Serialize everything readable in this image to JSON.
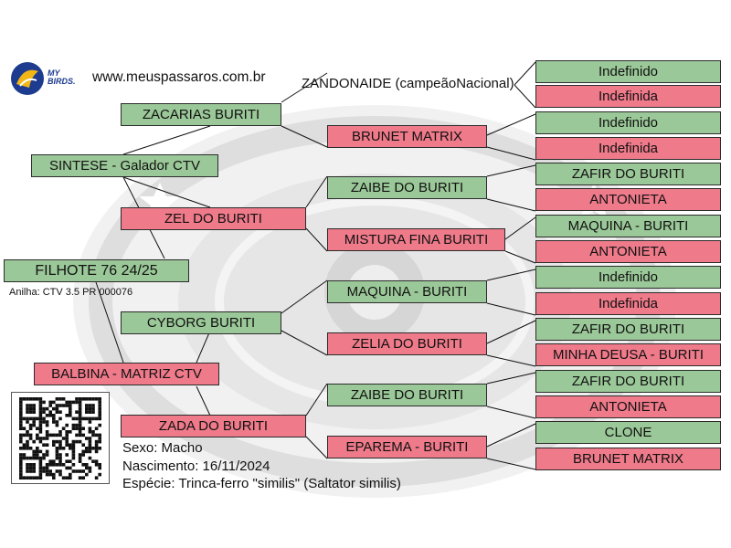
{
  "site_url": "www.meuspassaros.com.br",
  "brand": {
    "line1": "MY",
    "line2": "BIRDS."
  },
  "bird": {
    "name": "FILHOTE 76 24/25",
    "ring": "Anilha: CTV 3.5 PR 000076",
    "sex": "Sexo: Macho",
    "birth": "Nascimento: 16/11/2024",
    "species": "Espécie: Trinca-ferro \"similis\" (Saltator similis)"
  },
  "parents": {
    "father": "SINTESE - Galador CTV",
    "mother": "BALBINA - MATRIZ CTV"
  },
  "grandparents": [
    "ZACARIAS BURITI",
    "ZEL DO BURITI",
    "CYBORG  BURITI",
    "ZADA DO BURITI"
  ],
  "great_grandparents": [
    "ZANDONAIDE (campeãoNacional)",
    "BRUNET MATRIX",
    "ZAIBE DO BURITI",
    "MISTURA FINA BURITI",
    "MAQUINA - BURITI",
    "ZELIA DO BURITI",
    "ZAIBE DO BURITI",
    "EPAREMA - BURITI"
  ],
  "great_great_grandparents": [
    "Indefinido",
    "Indefinida",
    "Indefinido",
    "Indefinida",
    "ZAFIR DO BURITI",
    "ANTONIETA",
    "MAQUINA - BURITI",
    "ANTONIETA",
    "Indefinido",
    "Indefinida",
    "ZAFIR DO BURITI",
    "MINHA DEUSA - BURITI",
    "ZAFIR DO BURITI",
    "ANTONIETA",
    "CLONE",
    "BRUNET MATRIX"
  ],
  "colors": {
    "male": "#9bc898",
    "female": "#ee7a8a",
    "border": "#2b2b2b"
  }
}
